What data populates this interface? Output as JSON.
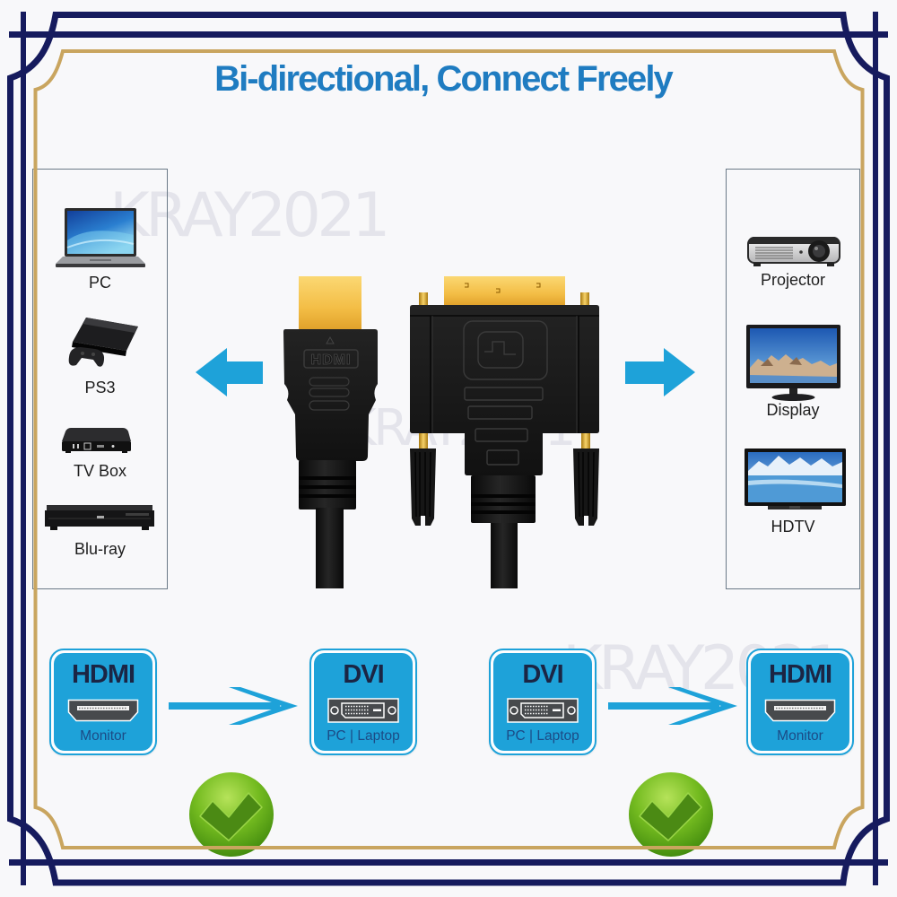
{
  "colors": {
    "navy_frame": "#161b5e",
    "gold_frame": "#c9a55f",
    "title_blue": "#1f7cc1",
    "accent_blue": "#1ea2d9",
    "box_title": "#1b2544",
    "box_sub": "#1c4b86",
    "check_green": "#6cb41e"
  },
  "title": "Bi-directional, Connect Freely",
  "watermarks": [
    "KRAY2021",
    "KRAY2021",
    "KRAY2021"
  ],
  "source_devices": {
    "direction_icon": "arrow-left-icon",
    "items": [
      {
        "label": "PC",
        "icon": "laptop-icon"
      },
      {
        "label": "PS3",
        "icon": "game-console-icon"
      },
      {
        "label": "TV Box",
        "icon": "tv-box-icon"
      },
      {
        "label": "Blu-ray",
        "icon": "bluray-player-icon"
      }
    ]
  },
  "display_devices": {
    "direction_icon": "arrow-right-icon",
    "items": [
      {
        "label": "Projector",
        "icon": "projector-icon"
      },
      {
        "label": "Display",
        "icon": "monitor-icon"
      },
      {
        "label": "HDTV",
        "icon": "hdtv-icon"
      }
    ]
  },
  "cable": {
    "left_connector": {
      "type": "HDMI",
      "logo_text": "HDMI"
    },
    "right_connector": {
      "type": "DVI"
    }
  },
  "conversions": [
    {
      "from": {
        "title": "HDMI",
        "port_icon": "hdmi-port-icon",
        "sub": "Monitor"
      },
      "to": {
        "title": "DVI",
        "port_icon": "dvi-port-icon",
        "sub": "PC | Laptop"
      },
      "status": "supported",
      "status_icon": "checkmark-icon"
    },
    {
      "from": {
        "title": "DVI",
        "port_icon": "dvi-port-icon",
        "sub": "PC | Laptop"
      },
      "to": {
        "title": "HDMI",
        "port_icon": "hdmi-port-icon",
        "sub": "Monitor"
      },
      "status": "supported",
      "status_icon": "checkmark-icon"
    }
  ]
}
